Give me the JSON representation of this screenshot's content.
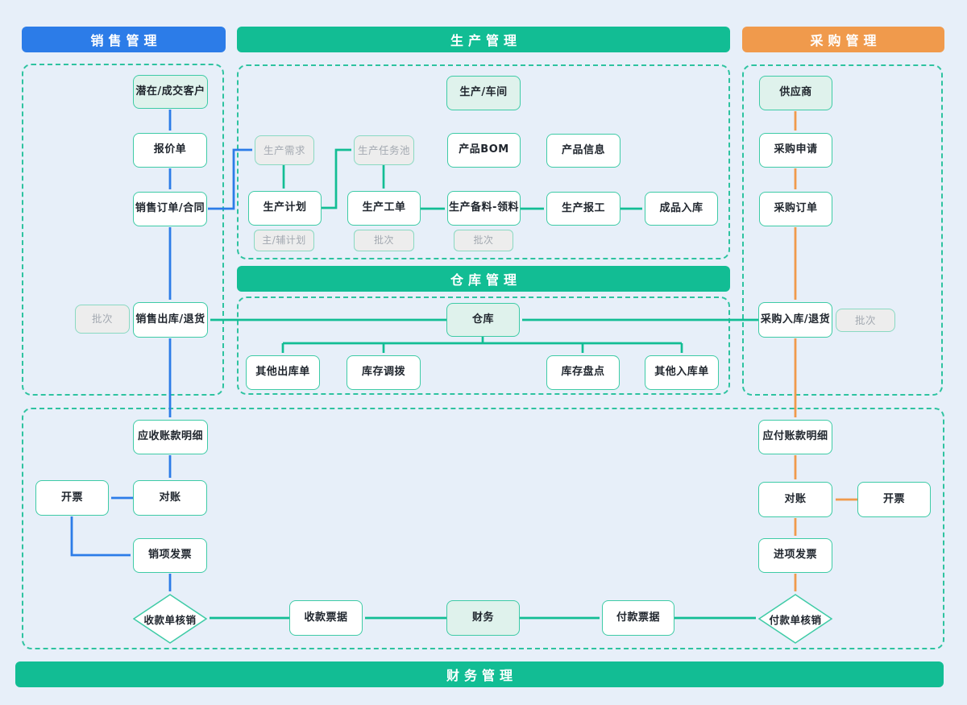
{
  "headers": {
    "sales": "销售管理",
    "production": "生产管理",
    "purchase": "采购管理",
    "warehouse": "仓库管理",
    "finance": "财务管理"
  },
  "nodes": {
    "customer": "潜在/成交客户",
    "quotation": "报价单",
    "sales_order": "销售订单/合同",
    "sales_batch": "批次",
    "sales_outbound": "销售出库/退货",
    "ar_detail": "应收账款明细",
    "reconcile_ar": "对账",
    "invoice_issue_ar": "开票",
    "output_invoice": "销项发票",
    "receipt_writeoff": "收款单核销",
    "workshop": "生产/车间",
    "prod_demand": "生产需求",
    "prod_task_pool": "生产任务池",
    "product_bom": "产品BOM",
    "product_info": "产品信息",
    "prod_plan": "生产计划",
    "main_aux_plan": "主/辅计划",
    "prod_workorder": "生产工单",
    "workorder_batch": "批次",
    "prod_material": "生产备料-领料",
    "material_batch": "批次",
    "prod_report": "生产报工",
    "finished_inbound": "成品入库",
    "warehouse": "仓库",
    "other_outbound": "其他出库单",
    "stock_transfer": "库存调拨",
    "stock_check": "库存盘点",
    "other_inbound": "其他入库单",
    "supplier": "供应商",
    "purchase_request": "采购申请",
    "purchase_order": "采购订单",
    "purchase_inbound": "采购入库/退货",
    "purchase_batch": "批次",
    "ap_detail": "应付账款明细",
    "reconcile_ap": "对账",
    "invoice_issue_ap": "开票",
    "input_invoice": "进项发票",
    "payment_writeoff": "付款单核销",
    "receipt_note": "收款票据",
    "finance": "财务",
    "payment_note": "付款票据"
  },
  "colors": {
    "sales_accent": "#2C7CE8",
    "production_accent": "#12BD94",
    "purchase_accent": "#F09A4C",
    "node_border": "#3ECBA6",
    "node_light_fill": "#DFF2EC",
    "node_gray_fill": "#EDEDED",
    "background": "#E7EFF9"
  }
}
